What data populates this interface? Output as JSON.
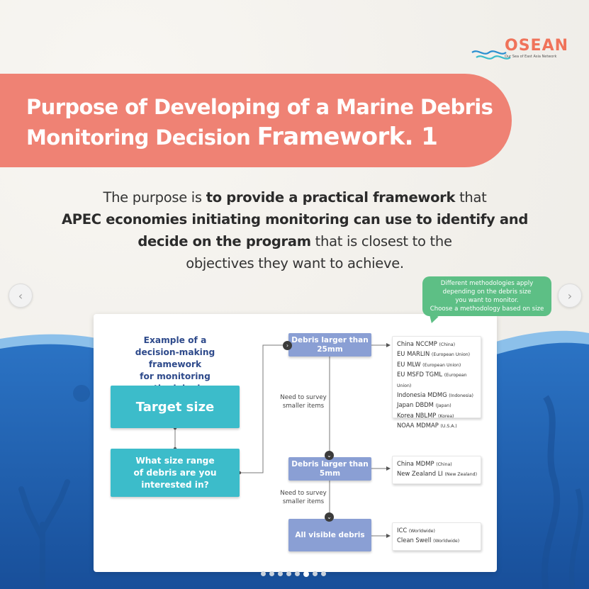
{
  "logo": {
    "text": "OSEAN",
    "subtitle": "Our Sea of East Asia Network"
  },
  "title": {
    "line1": "Purpose of Developing of a Marine Debris",
    "line2_a": "Monitoring Decision ",
    "line2_b": "Framework. 1"
  },
  "intro": {
    "p1": "The purpose is ",
    "p1b": "to provide a practical framework",
    "p1c": " that",
    "p2b": "APEC economies initiating monitoring can use to identify and",
    "p3b": "decide on the program",
    "p3c": " that is closest to the",
    "p4": "objectives they want to achieve."
  },
  "nav": {
    "prev": "‹",
    "next": "›"
  },
  "bubble": {
    "line1": "Different methodologies apply",
    "line2": "depending on the debris size",
    "line3": "you want to monitor.",
    "line4": "Choose a methodology based on size"
  },
  "framework": {
    "heading1": "Example of a",
    "heading2": "decision-making framework",
    "heading3": "for monitoring methodologies",
    "target": "Target size",
    "question1": "What size range",
    "question2": "of debris are you",
    "question3": "interested in?",
    "box1a": "Debris larger than",
    "box1b": "25mm",
    "box2a": "Debris larger than",
    "box2b": "5mm",
    "box3": "All visible debris",
    "note1a": "Need to survey",
    "note1b": "smaller items",
    "note2a": "Need to survey",
    "note2b": "smaller items",
    "list1": [
      {
        "name": "China NCCMP",
        "region": "(China)"
      },
      {
        "name": "EU MARLIN",
        "region": "(European Union)"
      },
      {
        "name": "EU MLW",
        "region": "(European Union)"
      },
      {
        "name": "EU MSFD TGML",
        "region": "(European Union)"
      },
      {
        "name": "Indonesia MDMG",
        "region": "(Indonesia)"
      },
      {
        "name": "Japan DBDM",
        "region": "(Japan)"
      },
      {
        "name": "Korea NBLMP",
        "region": "(Korea)"
      },
      {
        "name": "NOAA MDMAP",
        "region": "(U.S.A.)"
      }
    ],
    "list2": [
      {
        "name": "China MDMP",
        "region": "(China)"
      },
      {
        "name": "New Zealand LI",
        "region": "(New Zealand)"
      }
    ],
    "list3": [
      {
        "name": "ICC",
        "region": "(Worldwide)"
      },
      {
        "name": "Clean Swell",
        "region": "(Worldwide)"
      }
    ]
  },
  "pagination": {
    "total": 8,
    "active": 6
  },
  "colors": {
    "banner": "#ef8274",
    "teal": "#3cbcca",
    "purple": "#8a9fd4",
    "bubble": "#5dbf85",
    "ocean": "#1d5fb0"
  }
}
